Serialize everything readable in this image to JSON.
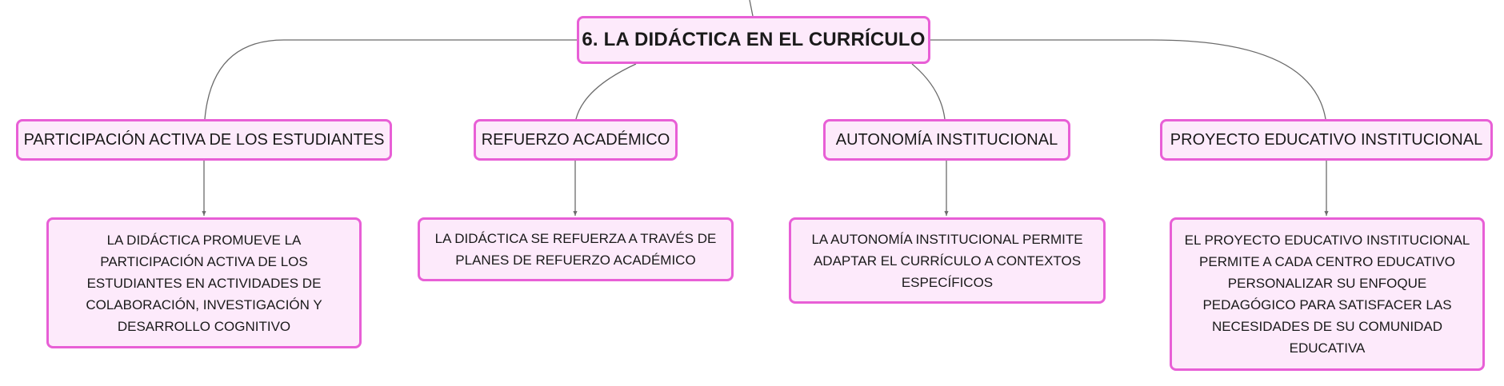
{
  "colors": {
    "border": "#e85fd6",
    "fill": "#fdeafb",
    "connector": "#6b6b6b"
  },
  "root": {
    "label": "6. LA DIDÁCTICA EN EL CURRÍCULO"
  },
  "branches": [
    {
      "label": "PARTICIPACIÓN ACTIVA DE LOS ESTUDIANTES",
      "detail": "LA DIDÁCTICA PROMUEVE LA PARTICIPACIÓN ACTIVA DE LOS ESTUDIANTES EN ACTIVIDADES DE COLABORACIÓN, INVESTIGACIÓN Y DESARROLLO COGNITIVO"
    },
    {
      "label": "REFUERZO ACADÉMICO",
      "detail": "LA DIDÁCTICA SE REFUERZA A TRAVÉS DE PLANES DE REFUERZO ACADÉMICO"
    },
    {
      "label": "AUTONOMÍA INSTITUCIONAL",
      "detail": "LA AUTONOMÍA INSTITUCIONAL PERMITE ADAPTAR EL CURRÍCULO A CONTEXTOS ESPECÍFICOS"
    },
    {
      "label": "PROYECTO EDUCATIVO INSTITUCIONAL",
      "detail": "EL PROYECTO EDUCATIVO INSTITUCIONAL PERMITE A CADA CENTRO EDUCATIVO PERSONALIZAR SU ENFOQUE PEDAGÓGICO PARA SATISFACER LAS NECESIDADES DE SU COMUNIDAD EDUCATIVA"
    }
  ]
}
